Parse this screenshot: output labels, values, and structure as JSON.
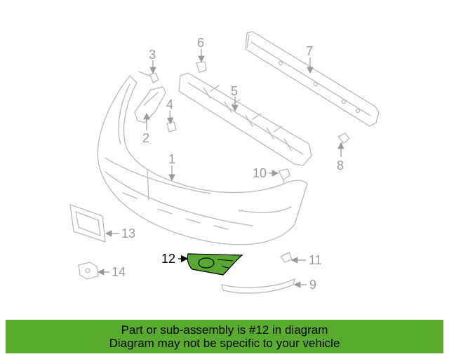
{
  "callouts": {
    "c1": "1",
    "c2": "2",
    "c3": "3",
    "c4": "4",
    "c5": "5",
    "c6": "6",
    "c7": "7",
    "c8": "8",
    "c9": "9",
    "c10": "10",
    "c11": "11",
    "c12": "12",
    "c13": "13",
    "c14": "14"
  },
  "highlighted_part": "12",
  "colors": {
    "highlight": "#5aa832",
    "banner": "#58ab2d",
    "line_art": "#b9b9b9",
    "callout_text": "#9a9a9a"
  },
  "banner": {
    "line1": "Part or sub-assembly is #12 in diagram",
    "line2": "Diagram may not be specific to your vehicle"
  }
}
